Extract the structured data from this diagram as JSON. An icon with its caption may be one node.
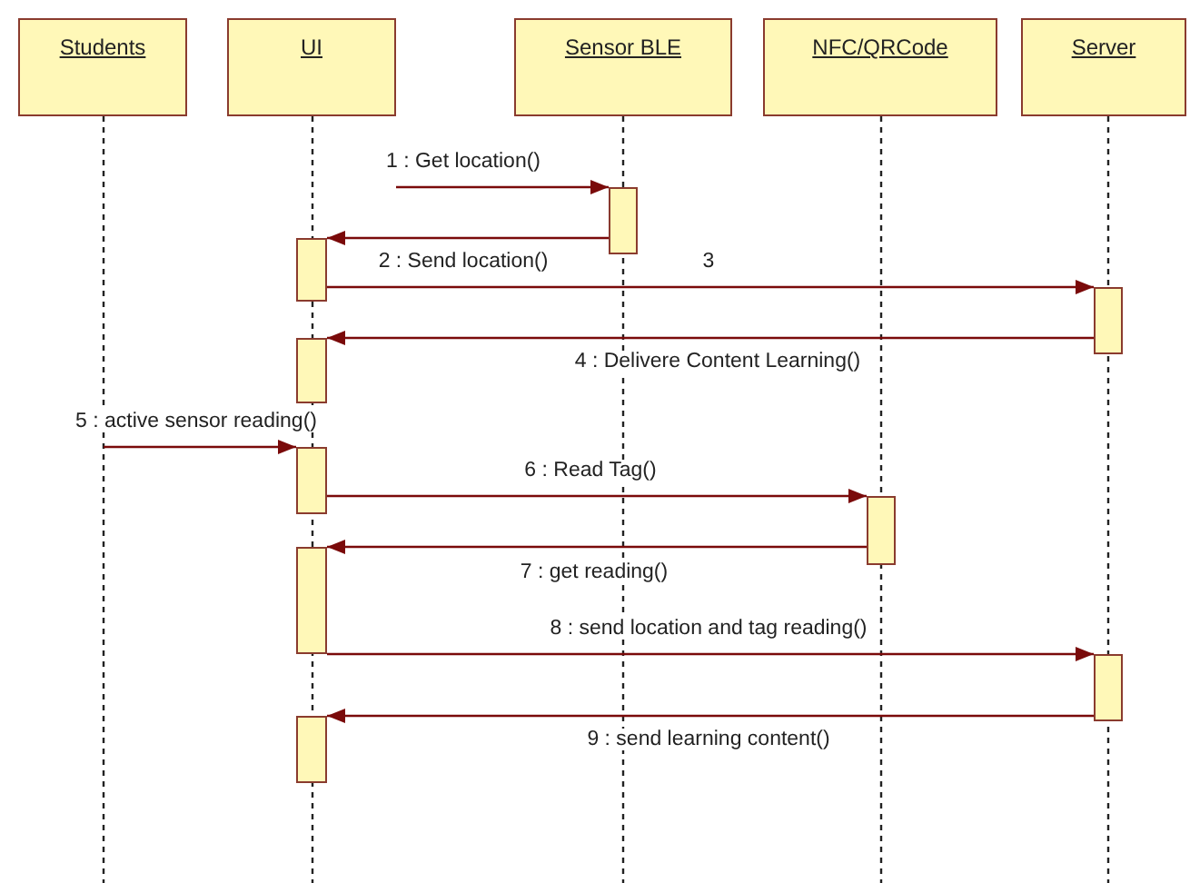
{
  "diagram": {
    "nodes": [
      {
        "text": [
          "Students"
        ]
      },
      {
        "text": [
          "UI"
        ]
      },
      {
        "text": [
          "Sensor BLE"
        ]
      },
      {
        "text": [
          "NFC/QRCode"
        ]
      },
      {
        "text": [
          "Server"
        ]
      },
      {
        "text": [],
        "shape": "bar",
        "in": 2
      },
      {
        "text": [],
        "shape": "bar",
        "in": 1
      },
      {
        "text": [],
        "shape": "bar",
        "in": 4
      },
      {
        "text": [],
        "shape": "bar",
        "in": 1
      },
      {
        "text": [],
        "shape": "bar",
        "in": 1
      },
      {
        "text": [],
        "shape": "bar",
        "in": 3
      },
      {
        "text": [],
        "shape": "bar",
        "in": 1
      },
      {
        "text": [],
        "shape": "bar",
        "in": 4
      },
      {
        "text": [],
        "shape": "bar",
        "in": 1
      }
    ],
    "edges": [
      {
        "from": 1,
        "to": 5,
        "arrow": "to",
        "label": "1 : Get location()"
      },
      {
        "from": 5,
        "to": 6,
        "arrow": "to",
        "label": "2 : Send location()"
      },
      {
        "from": 6,
        "to": 7,
        "arrow": "to",
        "label": "3"
      },
      {
        "from": 7,
        "to": 8,
        "arrow": "to",
        "label": "4 : Delivere Content Learning()"
      },
      {
        "from": 0,
        "to": 9,
        "arrow": "to",
        "label": "5 : active sensor reading()"
      },
      {
        "from": 9,
        "to": 10,
        "arrow": "to",
        "label": "6 : Read Tag()"
      },
      {
        "from": 10,
        "to": 11,
        "arrow": "to",
        "label": "7 : get reading()"
      },
      {
        "from": 11,
        "to": 12,
        "arrow": "to",
        "label": "8 : send location and tag reading()"
      },
      {
        "from": 12,
        "to": 13,
        "arrow": "to",
        "label": "9 : send learning content()"
      }
    ]
  }
}
